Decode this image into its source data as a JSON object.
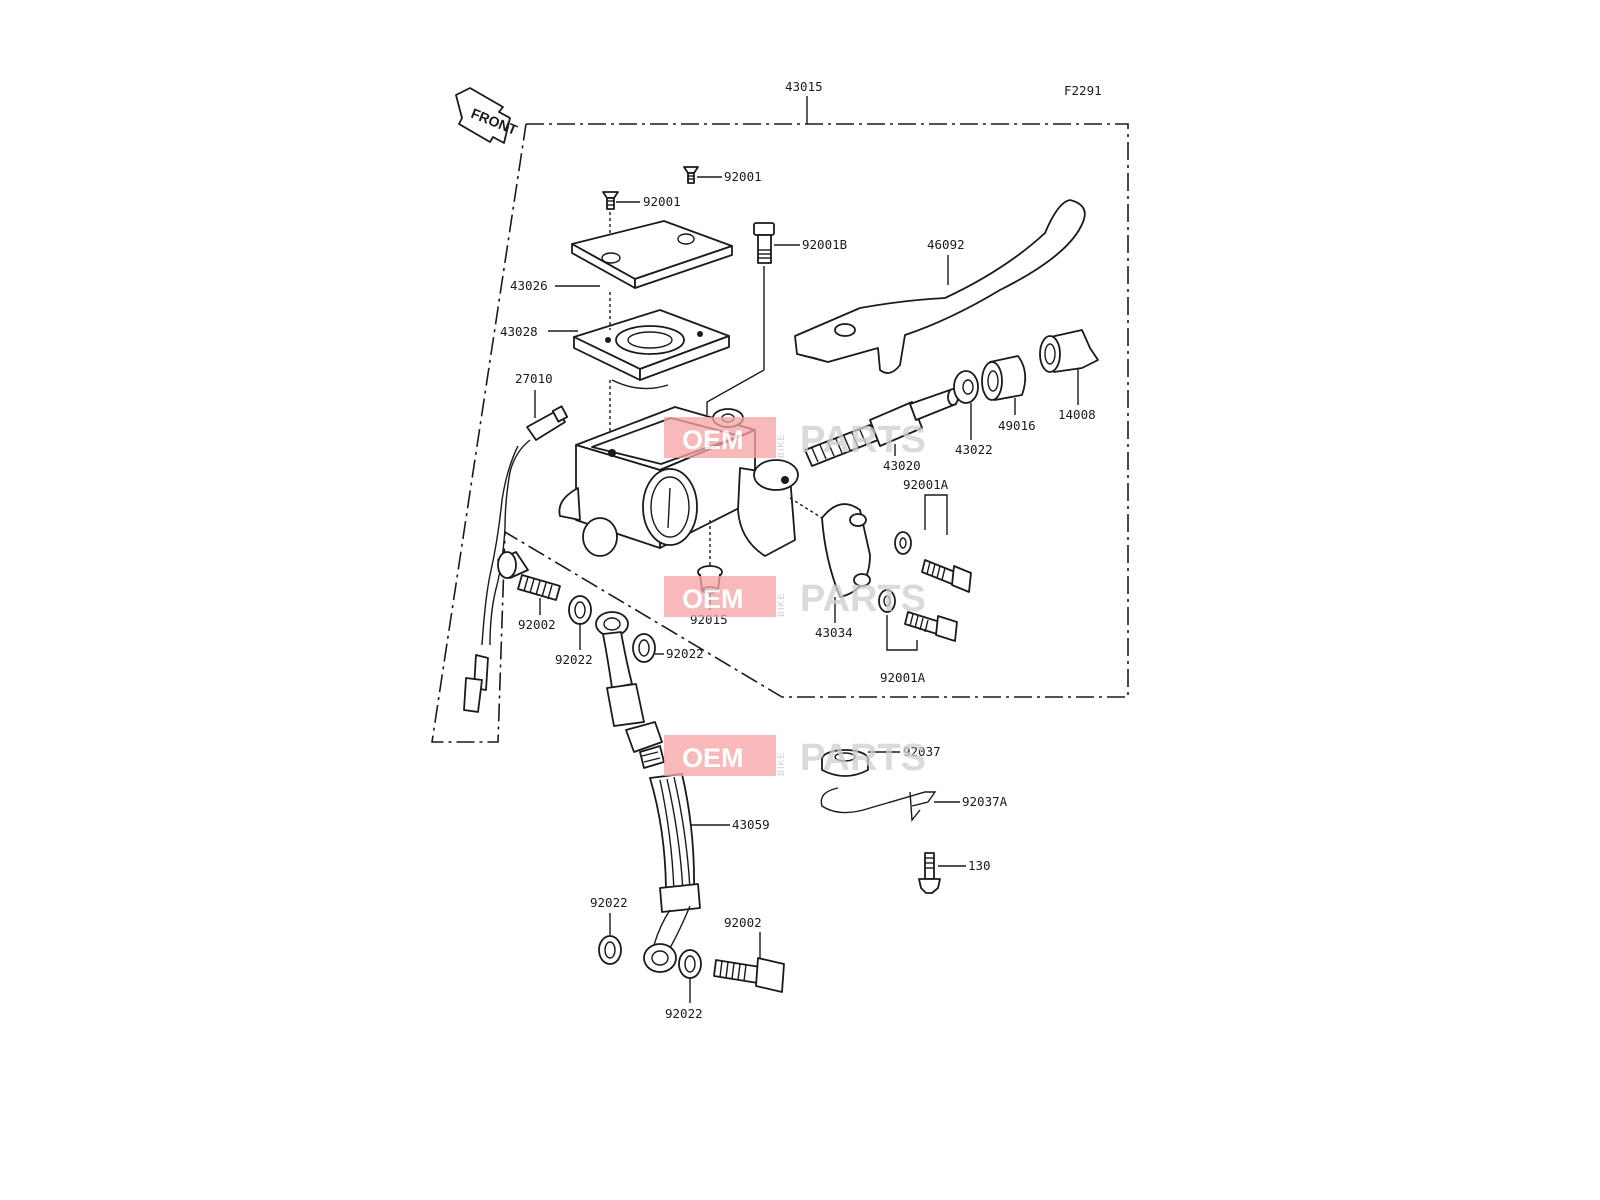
{
  "figure_code": "F2291",
  "front_label": "FRONT",
  "watermark": {
    "oem": "OEM",
    "bike": "BIKE",
    "parts": "PARTS"
  },
  "callouts": {
    "c43015": "43015",
    "c92001_top": "92001",
    "c92001_mid": "92001",
    "c92001b": "92001B",
    "c46092": "46092",
    "c43026": "43026",
    "c43028": "43028",
    "c27010": "27010",
    "c49016": "49016",
    "c14008": "14008",
    "c43022": "43022",
    "c43020": "43020",
    "c92001a_top": "92001A",
    "c92001a_bottom": "92001A",
    "c43034": "43034",
    "c92015": "92015",
    "c92002_upper": "92002",
    "c92022_a": "92022",
    "c92022_b": "92022",
    "c92037": "92037",
    "c92037a": "92037A",
    "c43059": "43059",
    "c130": "130",
    "c92022_c": "92022",
    "c92002_lower": "92002",
    "c92022_d": "92022"
  },
  "colors": {
    "line": "#1a1a1a",
    "watermark_red": "#f4a3a3",
    "watermark_grey": "#cfcfcf"
  }
}
